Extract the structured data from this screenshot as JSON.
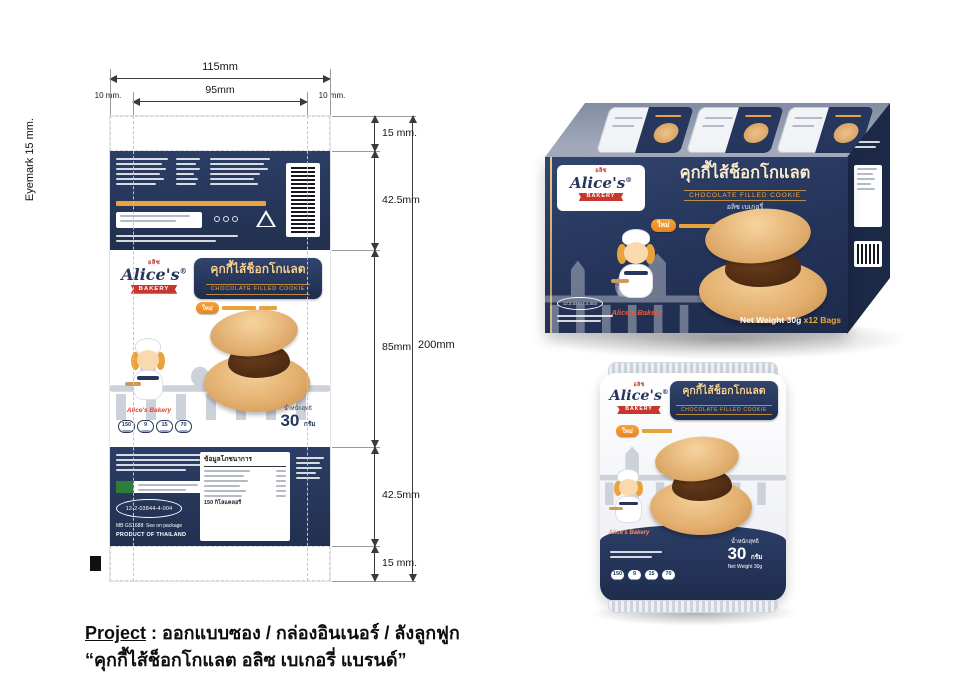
{
  "colors": {
    "navy": "#26365c",
    "navy_dark": "#1d2b4c",
    "gold": "#f0a93a",
    "red": "#c8372d",
    "cookie_tan": "#e5b578",
    "chocolate": "#4a2c17"
  },
  "dieline": {
    "eyemark_label": "Eyemark 15 mm.",
    "width_total": "115mm",
    "width_inner": "95mm",
    "margin_left": "10 mm.",
    "margin_right": "10 mm.",
    "height_total": "200mm",
    "sections": [
      "15 mm.",
      "42.5mm",
      "85mm",
      "42.5mm",
      "15 mm."
    ]
  },
  "brand": {
    "thai": "อลิซ",
    "name": "Alice's",
    "reg": "®",
    "ribbon": "BAKERY",
    "caption": "Alice's Bakery"
  },
  "product": {
    "title_thai": "คุกกี้ไส้ช็อกโกแลต",
    "title_en": "CHOCOLATE FILLED COOKIE",
    "subtitle_thai": "อลิซ เบเกอรี่",
    "badge_new": "ใหม่",
    "net_label_thai": "น้ำหนักสุทธิ",
    "net_value": "30",
    "net_unit": "กรัม",
    "box_net": "Net Weight 30g",
    "box_count": "x12 Bags"
  },
  "gda": {
    "values": [
      "150",
      "9",
      "15",
      "70"
    ]
  },
  "nutrition": {
    "title": "ข้อมูลโภชนาการ",
    "energy": "150 กิโลแคลอรี"
  },
  "regulatory": {
    "fda_number": "12-2-03844-4-004",
    "gs1": "MB GS1688: See on package",
    "origin": "PRODUCT OF THAILAND"
  },
  "footer": {
    "project_label": "Project",
    "project_rest": " : ออกแบบซอง / กล่องอินเนอร์ / ลังลูกฟูก",
    "line2": "“คุกกี้ไส้ช็อกโกแลต อลิซ เบเกอรี่ แบรนด์”"
  }
}
